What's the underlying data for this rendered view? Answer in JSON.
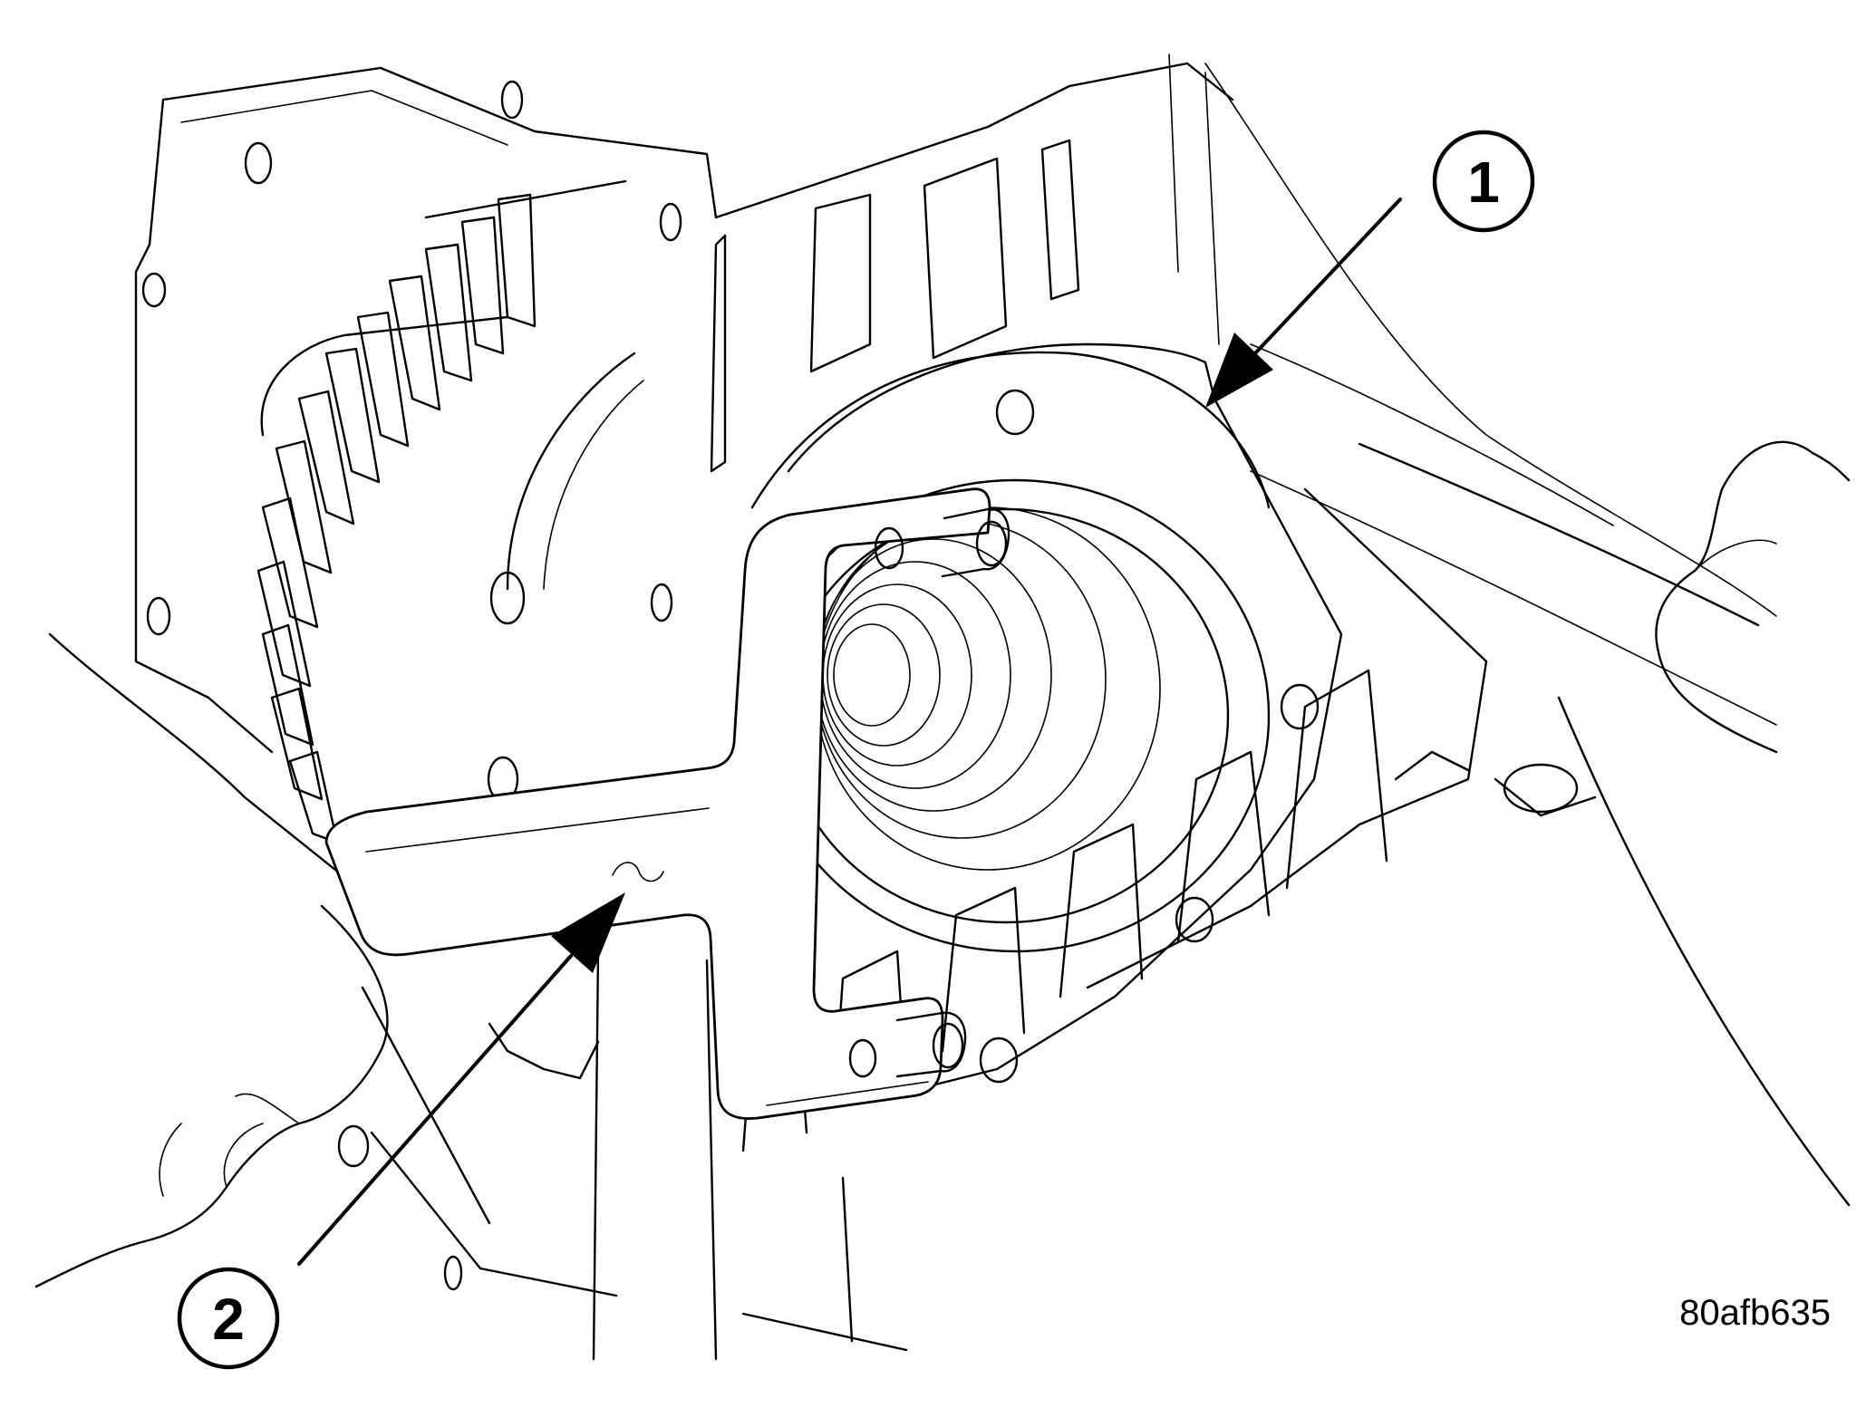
{
  "callouts": [
    {
      "number": "1"
    },
    {
      "number": "2"
    }
  ],
  "figure_code": "80afb635"
}
